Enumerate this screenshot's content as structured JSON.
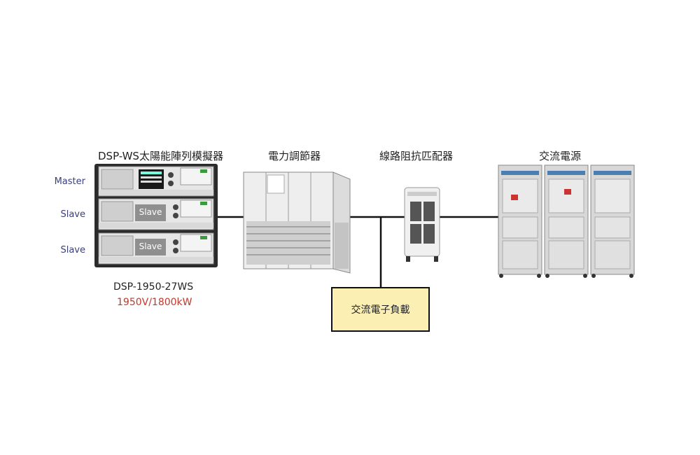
{
  "solar": {
    "title": "DSP-WS太陽能陣列模擬器",
    "units": [
      {
        "role_label": "Master",
        "screen_text": ""
      },
      {
        "role_label": "Slave",
        "screen_text": "Slave"
      },
      {
        "role_label": "Slave",
        "screen_text": "Slave"
      }
    ],
    "model": "DSP-1950-27WS",
    "spec": "1950V/1800kW"
  },
  "pcs": {
    "title": "電力調節器"
  },
  "impedance": {
    "title": "線路阻抗匹配器"
  },
  "ac_source": {
    "title": "交流電源"
  },
  "ac_load": {
    "label": "交流電子負載"
  },
  "colors": {
    "spec_red": "#c0392b",
    "load_fill": "#fbefb4",
    "label_blue": "#3a3f7a"
  }
}
